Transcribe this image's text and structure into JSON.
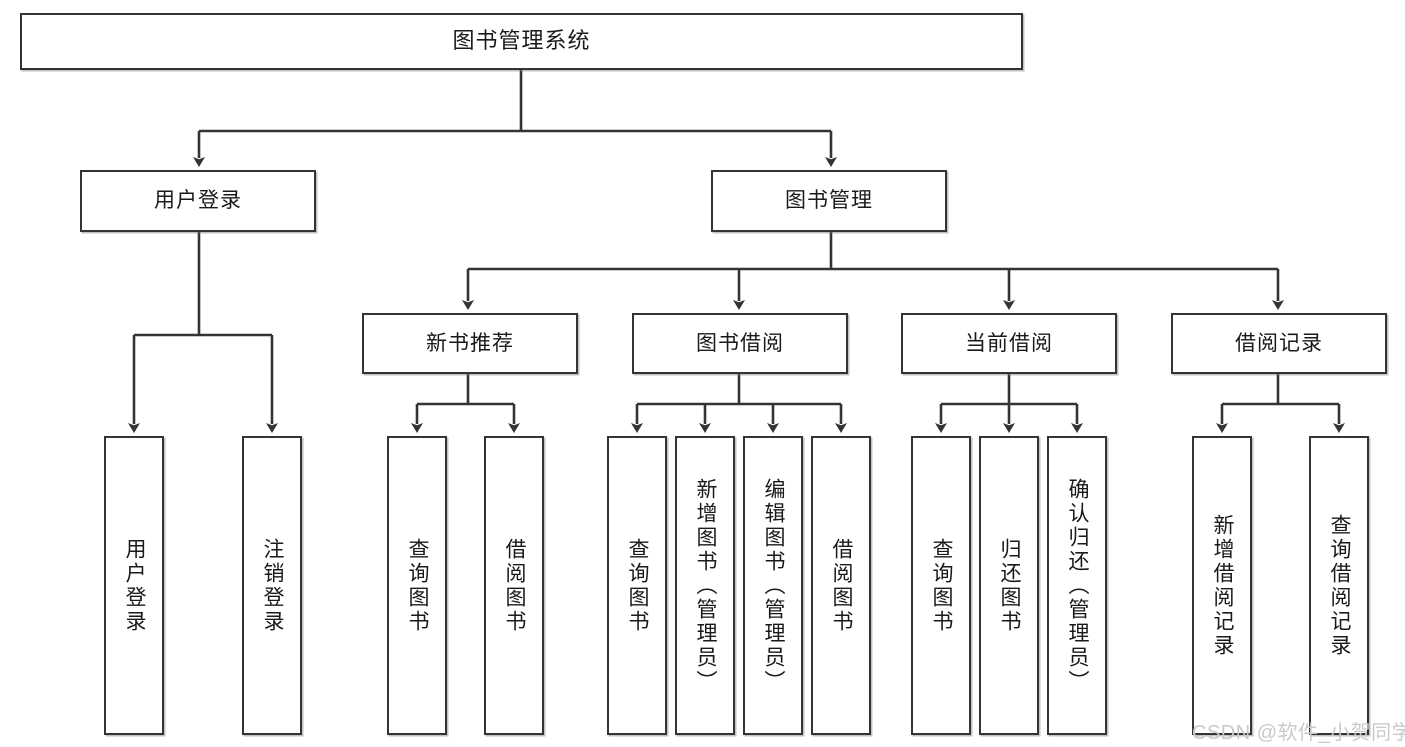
{
  "diagram": {
    "type": "tree",
    "root": {
      "label": "图书管理系统"
    },
    "level1": [
      {
        "label": "用户登录"
      },
      {
        "label": "图书管理"
      }
    ],
    "level2": [
      {
        "label": "新书推荐"
      },
      {
        "label": "图书借阅"
      },
      {
        "label": "当前借阅"
      },
      {
        "label": "借阅记录"
      }
    ],
    "leaves": {
      "user_login": [
        {
          "label": "用户登录"
        },
        {
          "label": "注销登录"
        }
      ],
      "new_book": [
        {
          "label": "查询图书"
        },
        {
          "label": "借阅图书"
        }
      ],
      "book_borrow": [
        {
          "label": "查询图书"
        },
        {
          "label": "新增图书（管理员）"
        },
        {
          "label": "编辑图书（管理员）"
        },
        {
          "label": "借阅图书"
        }
      ],
      "current_borrow": [
        {
          "label": "查询图书"
        },
        {
          "label": "归还图书"
        },
        {
          "label": "确认归还（管理员）"
        }
      ],
      "borrow_record": [
        {
          "label": "新增借阅记录"
        },
        {
          "label": "查询借阅记录"
        }
      ]
    }
  },
  "watermark": {
    "text": "CSDN @软件_小贺同学"
  },
  "colors": {
    "stroke": "#343434",
    "box_fill": "#ffffff",
    "text": "#1a1a1a",
    "watermark": "#c9c9c9"
  }
}
